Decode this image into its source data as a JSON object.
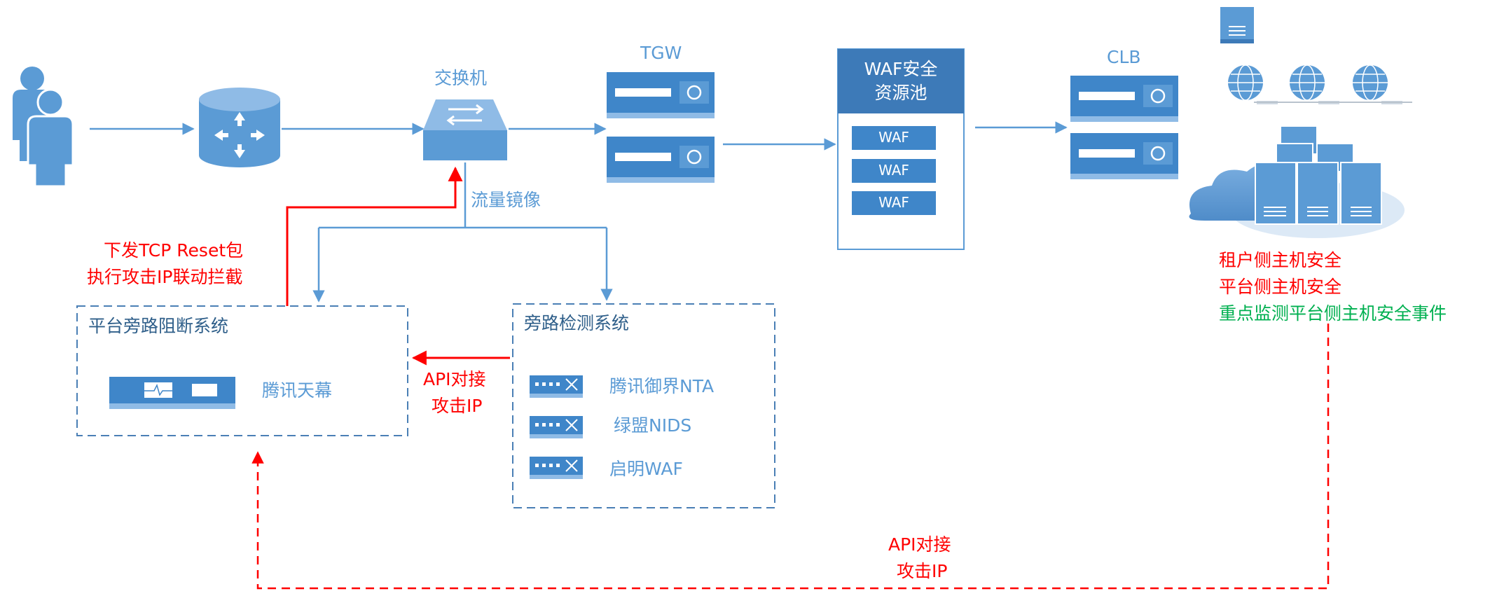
{
  "nodes": {
    "switch": "交换机",
    "tgw": "TGW",
    "waf_pool": "WAF安全\n资源池",
    "waf_items": [
      "WAF",
      "WAF",
      "WAF"
    ],
    "clb": "CLB"
  },
  "edges": {
    "mirror": "流量镜像",
    "reset_line1": "下发TCP Reset包",
    "reset_line2": "执行攻击IP联动拦截",
    "api_mid_line1": "API对接",
    "api_mid_line2": "攻击IP",
    "api_bottom_line1": "API对接",
    "api_bottom_line2": "攻击IP"
  },
  "blocking_system": {
    "title": "平台旁路阻断系统",
    "product": "腾讯天幕"
  },
  "detection_system": {
    "title": "旁路检测系统",
    "items": [
      "腾讯御界NTA",
      "绿盟NIDS",
      "启明WAF"
    ]
  },
  "host_security": {
    "line1": "租户侧主机安全",
    "line2": "平台侧主机安全",
    "line3": "重点监测平台侧主机安全事件"
  },
  "colors": {
    "line_blue": "#5b9bd5",
    "icon_blue": "#5b9bd5",
    "icon_dark": "#2e75b6",
    "alert_red": "#ff0000",
    "green": "#00b050",
    "dashed_box": "#4a7fb5"
  }
}
